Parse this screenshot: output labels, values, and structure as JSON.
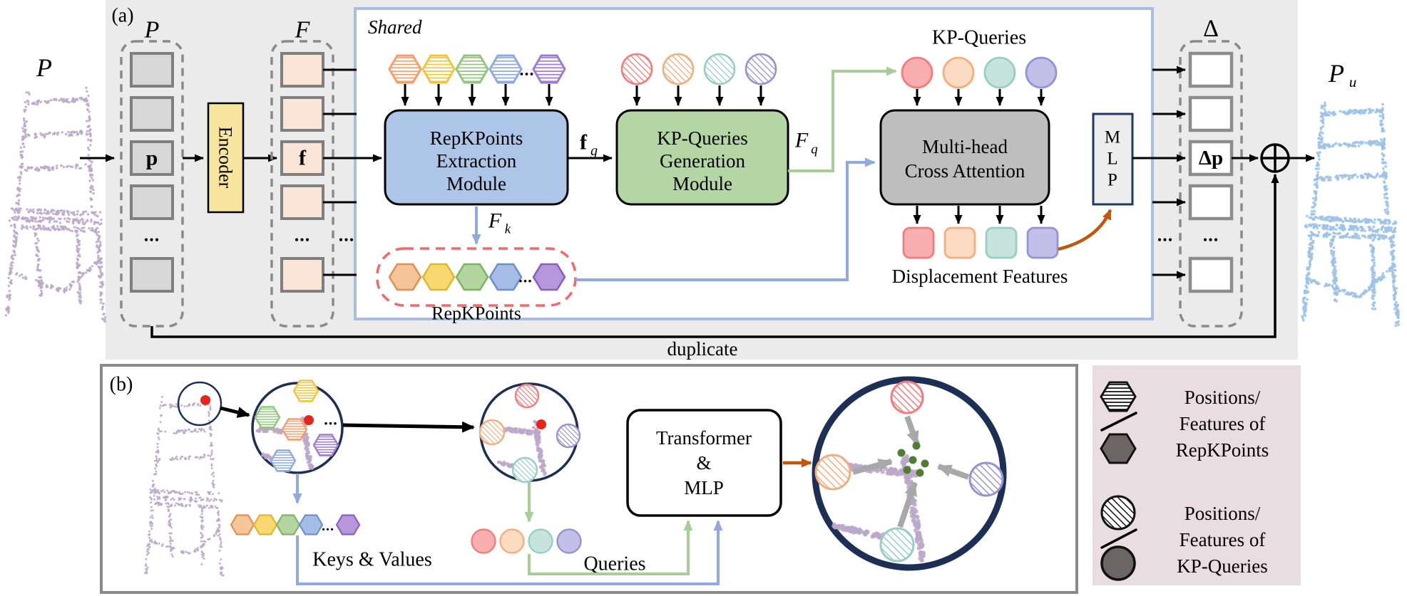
{
  "panel_a": {
    "label": "(a)",
    "input_cloud_label": "P",
    "points_col_label": "P",
    "point_cell": "p",
    "encoder": "Encoder",
    "features_col_label": "F",
    "feature_cell": "f",
    "shared_label": "Shared",
    "repk_module_lines": [
      "RepKPoints",
      "Extraction",
      "Module"
    ],
    "fg_base": "f",
    "fg_sub": "g",
    "kpq_module_lines": [
      "KP-Queries",
      "Generation",
      "Module"
    ],
    "fq_base": "F",
    "fq_sub": "q",
    "fk_base": "F",
    "fk_sub": "k",
    "repkpoints_caption": "RepKPoints",
    "kp_queries_title": "KP-Queries",
    "mca_module_lines": [
      "Multi-head",
      "Cross Attention"
    ],
    "displacement_caption": "Displacement Features",
    "mlp_letters": [
      "M",
      "L",
      "P"
    ],
    "delta_title": "Δ",
    "delta_cell": "Δp",
    "duplicate_label": "duplicate",
    "output_base": "P",
    "output_sub": "u"
  },
  "panel_b": {
    "label": "(b)",
    "transformer_lines": [
      "Transformer",
      "&",
      "MLP"
    ],
    "keys_values_label": "Keys & Values",
    "queries_label": "Queries"
  },
  "legend": {
    "item1_lines": [
      "Positions/",
      "Features of",
      "RepKPoints"
    ],
    "item2_lines": [
      "Positions/",
      "Features of",
      "KP-Queries"
    ]
  },
  "misc": {
    "ellipsis": "..."
  },
  "colors": {
    "panel_a_bg": "#EBEBEB",
    "shared_border": "#A9BDDE",
    "hex_stripe": [
      "#F2A16E",
      "#F0C63E",
      "#93C57F",
      "#8FAADC",
      "#9E7BD0"
    ],
    "hex_fill": [
      "#F5C499",
      "#FAD871",
      "#B3D6A0",
      "#A5BCE5",
      "#B697DB"
    ],
    "hex_stroke": [
      "#E2904F",
      "#E0B62F",
      "#7FB55F",
      "#6E8FCB",
      "#8A5FC2"
    ],
    "q_fill": [
      "#F9AFAF",
      "#FBDCC2",
      "#C6E3DD",
      "#C2BFE8"
    ],
    "q_stroke": [
      "#F27D7D",
      "#F2AE7E",
      "#99CEC3",
      "#9594D3"
    ],
    "encoder_fill": "#F7E49E",
    "repk_fill": "#ADC5E7",
    "kpq_fill": "#B4D6A4",
    "mca_fill": "#BEBEBE",
    "mlp_fill": "#EDEDED",
    "mlp_border": "#1F3864",
    "p_cell_fill": "#D7D7D7",
    "f_cell_fill": "#FBE5D6",
    "cell_border": "#7F7F7F",
    "dash_border": "#8A8A8A",
    "red_dash": "#F2696B",
    "chair_purple": "#BCA8C9",
    "chair_blue": "#9DC3E6",
    "navy": "#1E2F55",
    "green_line": "#A6CE97",
    "blue_line": "#8FAADC",
    "orange_arrow": "#C1560F",
    "gray_arrow": "#A8A8A8",
    "green_dot": "#4E7E32",
    "red_dot": "#E8251D",
    "legend_bg": "#E9DDE2",
    "legend_dark": "#6B6565",
    "black": "#000000"
  }
}
